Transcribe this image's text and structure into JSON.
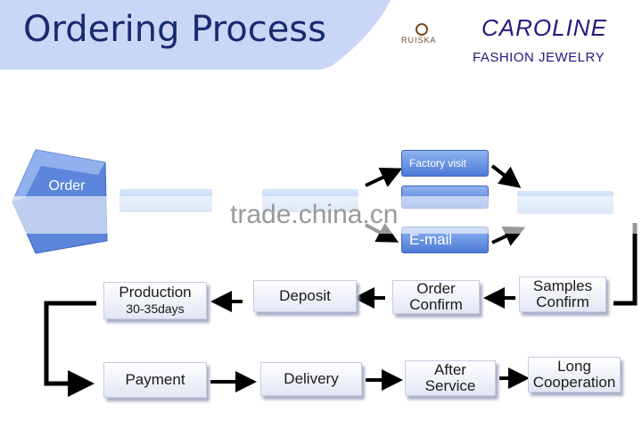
{
  "header": {
    "title": "Ordering Process",
    "logo_text": "RUISKA",
    "brand": "CAROLINE",
    "brand_sub": "FASHION JEWELRY"
  },
  "flow": {
    "order": "Order",
    "factory_visit": "Factory visit",
    "email": "E-mail",
    "production": "Production",
    "production_days": "30-35days",
    "deposit": "Deposit",
    "order_confirm_1": "Order",
    "order_confirm_2": "Confirm",
    "samples_confirm_1": "Samples",
    "samples_confirm_2": "Confirm",
    "payment": "Payment",
    "delivery": "Delivery",
    "after_service_1": "After",
    "after_service_2": "Service",
    "long_coop_1": "Long",
    "long_coop_2": "Cooperation"
  },
  "watermark": "trade.china.cn",
  "colors": {
    "title": "#1a2a70",
    "brand": "#2b1680",
    "banner": "#c9d6f5",
    "node_blue": "#4d7ad8"
  }
}
